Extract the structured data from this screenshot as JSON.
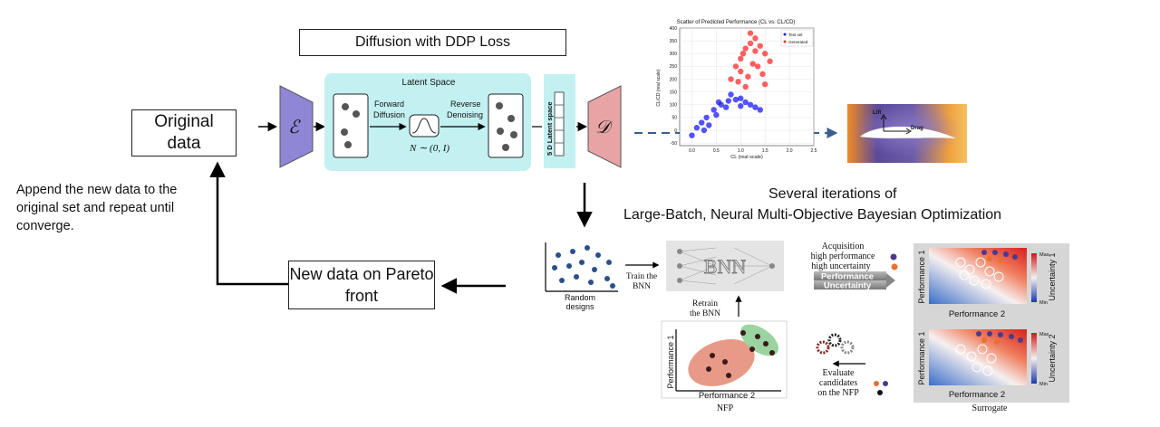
{
  "title_box": "Diffusion with DDP Loss",
  "original_data": "Original data",
  "append_note": "Append the new data to the original set and repeat until converge.",
  "new_data": "New data on Pareto front",
  "latent": {
    "title": "Latent Space",
    "forward": "Forward Diffusion",
    "reverse": "Reverse Denoising",
    "noise": "N ∼ (0, I)",
    "vertical_label": "5 D Latent space"
  },
  "encoder_symbol": "ℰ",
  "decoder_symbol": "𝒟",
  "iterations_line1": "Several iterations of",
  "iterations_line2": "Large-Batch, Neural Multi-Objective Bayesian Optimization",
  "scatter": {
    "title": "Scatter of Predicted Performance (CL vs. CL/CD)",
    "xlabel": "CL (real scale)",
    "ylabel": "CL/CD (real scale)",
    "legend_test": "Test set",
    "legend_gen": "Generated",
    "colors": {
      "test": "#1a1aff",
      "generated": "#ff2a2a"
    }
  },
  "chart_data": {
    "type": "scatter",
    "title": "Scatter of Predicted Performance (CL vs. CL/CD)",
    "xlabel": "CL (real scale)",
    "ylabel": "CL/CD (real scale)",
    "xlim": [
      -0.25,
      2.5
    ],
    "ylim": [
      -60,
      400
    ],
    "xticks": [
      "0.0",
      "0.5",
      "1.0",
      "1.5",
      "2.0",
      "2.5"
    ],
    "yticks": [
      "400",
      "350",
      "300",
      "250",
      "200",
      "150",
      "100",
      "50",
      "0",
      "-50"
    ],
    "grid": true,
    "legend_position": "top-right",
    "series": [
      {
        "name": "Test set",
        "color": "#1a1aff",
        "values": [
          [
            0.0,
            -20
          ],
          [
            0.1,
            10
          ],
          [
            0.2,
            30
          ],
          [
            0.3,
            50
          ],
          [
            0.45,
            80
          ],
          [
            0.6,
            100
          ],
          [
            0.75,
            115
          ],
          [
            0.9,
            120
          ],
          [
            1.0,
            125
          ],
          [
            1.1,
            110
          ],
          [
            1.2,
            100
          ],
          [
            1.3,
            90
          ],
          [
            1.4,
            80
          ],
          [
            0.5,
            60
          ],
          [
            0.35,
            20
          ],
          [
            0.8,
            140
          ],
          [
            0.7,
            90
          ],
          [
            1.0,
            95
          ],
          [
            0.25,
            0
          ],
          [
            0.55,
            110
          ]
        ]
      },
      {
        "name": "Generated",
        "color": "#ff2a2a",
        "values": [
          [
            0.8,
            200
          ],
          [
            0.9,
            250
          ],
          [
            1.0,
            280
          ],
          [
            1.1,
            320
          ],
          [
            1.2,
            340
          ],
          [
            1.3,
            360
          ],
          [
            1.4,
            330
          ],
          [
            1.5,
            300
          ],
          [
            1.6,
            270
          ],
          [
            1.0,
            230
          ],
          [
            1.15,
            210
          ],
          [
            1.25,
            260
          ],
          [
            0.95,
            190
          ],
          [
            1.35,
            250
          ],
          [
            1.45,
            220
          ],
          [
            1.05,
            300
          ],
          [
            1.2,
            380
          ],
          [
            1.3,
            310
          ],
          [
            1.1,
            170
          ],
          [
            1.5,
            180
          ]
        ]
      }
    ]
  },
  "airfoil": {
    "lift": "Lift",
    "drag": "Drag"
  },
  "bo": {
    "random_designs": "Random designs",
    "train": "Train the BNN",
    "bnn": "BNN",
    "retrain": "Retrain the BNN",
    "acq_title": "Acquisition",
    "acq_hp": "high performance",
    "acq_hu": "high uncertainty",
    "perf_tag": "Performance",
    "unc_tag": "Uncertainty",
    "evaluate": "Evaluate candidates on the NFP",
    "perf1": "Performance 1",
    "perf2": "Performance 2",
    "nfp": "NFP",
    "surrogate": "Surrogate",
    "max": "Max",
    "min": "Min",
    "unc1": "Uncertainty 1",
    "unc2": "Uncertainty 2"
  }
}
